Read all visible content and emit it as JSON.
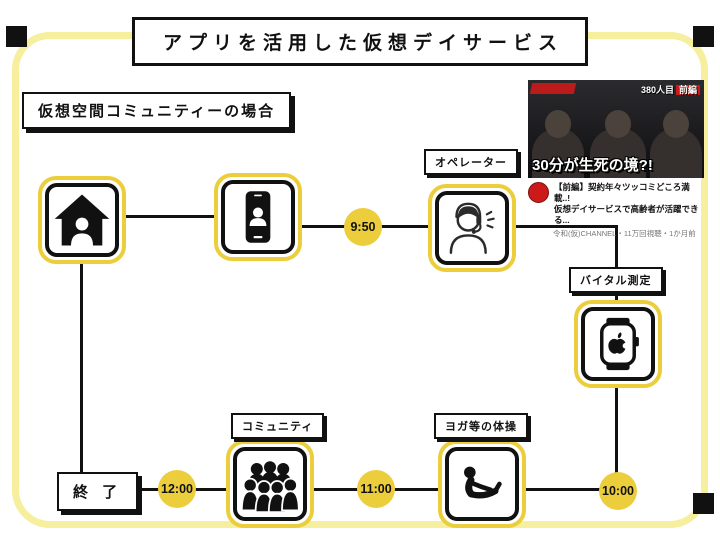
{
  "colors": {
    "accent": "#ecce3d",
    "frame": "#f5ef9e",
    "ink": "#111111",
    "video_red": "#cc1a1a"
  },
  "header": {
    "title": "アプリを活用した仮想デイサービス"
  },
  "subtitle": "仮想空間コミュニティーの場合",
  "video": {
    "badge_number": "380人目",
    "badge_part": "前編",
    "headline": "30分が生死の境?!",
    "title_line1": "【前編】契約年々ツッコミどころ満載..!",
    "title_line2": "仮想デイサービスで高齢者が活躍できる...",
    "meta": "令和(仮)CHANNEL・11万回視聴・1か月前"
  },
  "flow": {
    "labels": {
      "operator": "オペレーター",
      "vital": "バイタル測定",
      "yoga": "ヨガ等の体操",
      "community": "コミュニティ",
      "end": "終 了"
    },
    "times": {
      "t1": "9:50",
      "t2": "10:00",
      "t3": "11:00",
      "t4": "12:00"
    }
  }
}
